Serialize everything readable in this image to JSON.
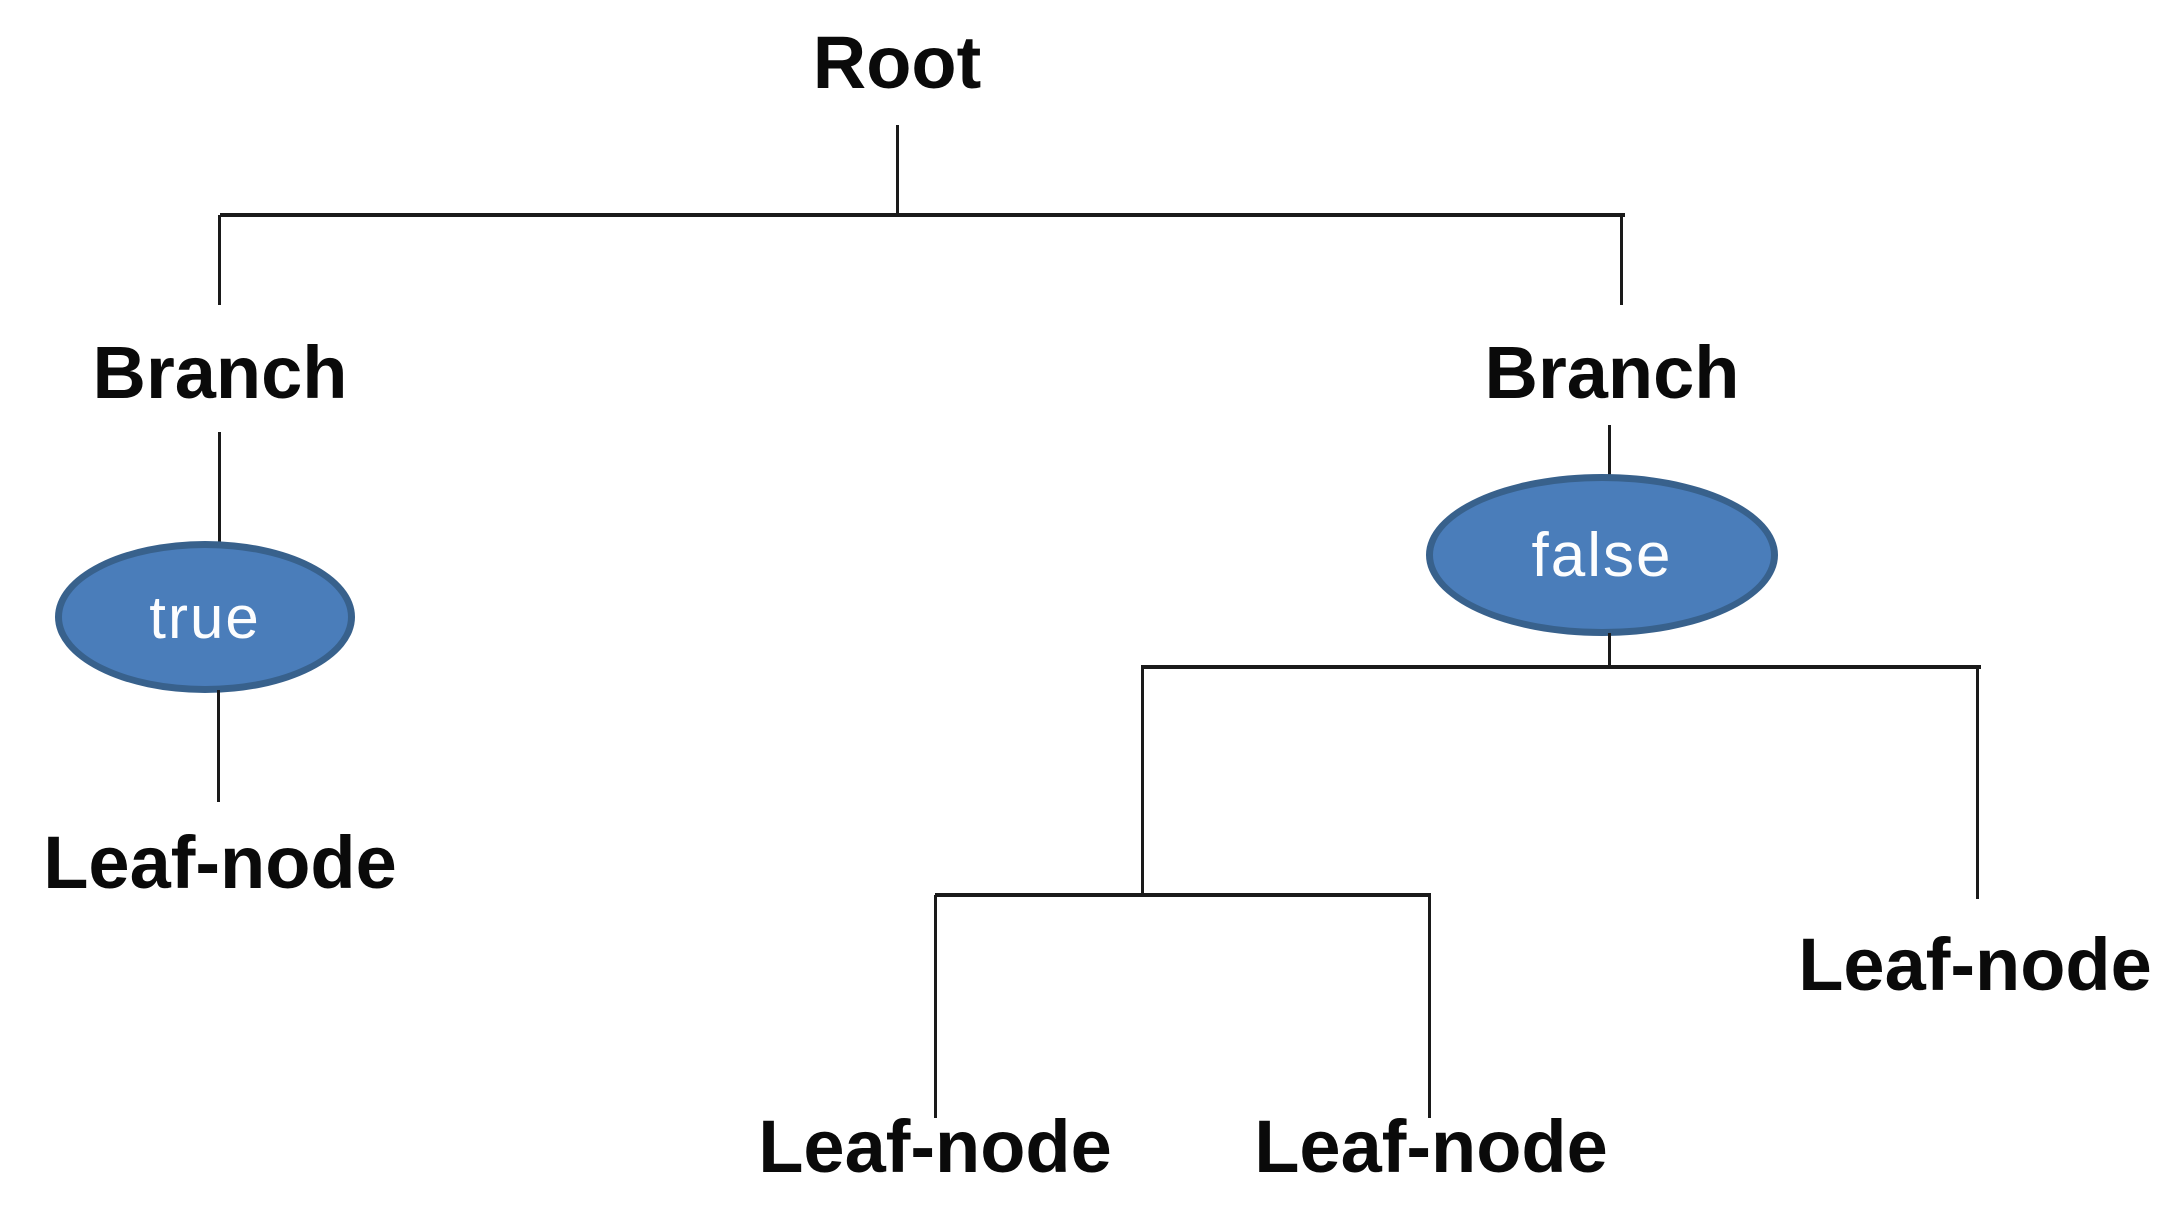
{
  "diagram": {
    "title": "decision-tree",
    "colors": {
      "background": "#ffffff",
      "line": "#1a1a1a",
      "text": "#0a0a0a",
      "ellipse_fill": "#4a7dba",
      "ellipse_border": "#38618c",
      "ellipse_text": "#fcfdfe"
    },
    "root": {
      "label": "Root"
    },
    "left": {
      "branch_label": "Branch",
      "condition": "true",
      "leaf_label": "Leaf-node"
    },
    "right": {
      "branch_label": "Branch",
      "condition": "false",
      "leaf_inner_left": "Leaf-node",
      "leaf_inner_right": "Leaf-node",
      "leaf_outer": "Leaf-node"
    }
  }
}
